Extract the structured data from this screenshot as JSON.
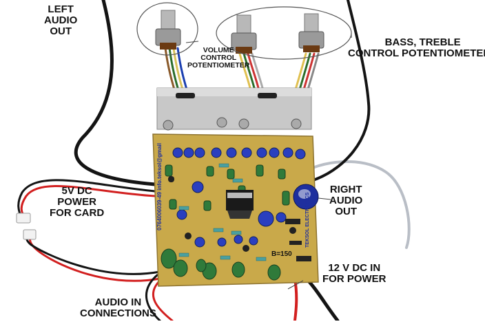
{
  "annotations": {
    "left_audio_out": [
      "LEFT",
      "AUDIO",
      "OUT"
    ],
    "volume_pot": [
      "VOLUME",
      "CONTROL",
      "POTENTIOMETER"
    ],
    "bass_treble": [
      "BASS, TREBLE",
      "CONTROL POTENTIOMETERS"
    ],
    "right_audio_out": [
      "RIGHT",
      "AUDIO",
      "OUT"
    ],
    "power_5v": [
      "5V DC",
      "POWER",
      "FOR CARD"
    ],
    "power_12v": [
      "12 V DC IN",
      "FOR POWER"
    ],
    "audio_in": [
      "AUDIO IN",
      "CONNECTIONS"
    ]
  },
  "board_text": {
    "phone_email": "0764006039-49 info.teksol@gmail",
    "brand": "TEKSOL ELECTRONICS",
    "b150": "B=150"
  },
  "colors": {
    "pcb": "#c9a94a",
    "heatsink": "#c8c8c8",
    "capacitor_blue": "#2a3fbf",
    "resistor_green": "#2f7a3a",
    "wire_red": "#d21f1f",
    "wire_black": "#141414"
  }
}
